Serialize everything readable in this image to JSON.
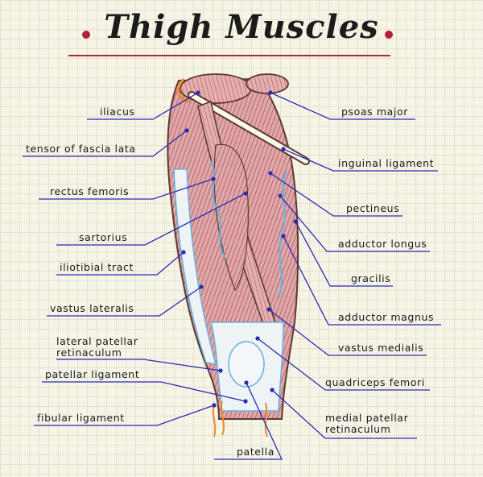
{
  "title": "Thigh Muscles",
  "colors": {
    "background": "#f6f3e7",
    "grid": "#e7e1cf",
    "title_dot": "#b3203a",
    "title_underline": "#a62a3e",
    "leader_line": "#2b2bb3",
    "leader_dot": "#2b2bb3",
    "muscle_fill": "#dca9a9",
    "muscle_stripe": "#c0505e",
    "muscle_outline": "#5a3a2e",
    "tendon_blue": "#6ab0dc",
    "tendon_fill": "#eef3f6",
    "ligament_orange": "#e88a2a"
  },
  "labels": {
    "iliacus": "iliacus",
    "tensor_fascia_lata": "tensor of fascia lata",
    "rectus_femoris": "rectus femoris",
    "sartorius": "sartorius",
    "iliotibial_tract": "iliotibial tract",
    "vastus_lateralis": "vastus lateralis",
    "lateral_patellar_retinaculum_1": "lateral patellar",
    "lateral_patellar_retinaculum_2": "retinaculum",
    "patellar_ligament": "patellar ligament",
    "fibular_ligament": "fibular ligament",
    "patella": "patella",
    "psoas_major": "psoas major",
    "inguinal_ligament": "inguinal ligament",
    "pectineus": "pectineus",
    "adductor_longus": "adductor longus",
    "gracilis": "gracilis",
    "adductor_magnus": "adductor magnus",
    "vastus_medialis": "vastus medialis",
    "quadriceps_femori": "quadriceps femori",
    "medial_patellar_retinaculum_1": "medial patellar",
    "medial_patellar_retinaculum_2": "retinaculum"
  }
}
